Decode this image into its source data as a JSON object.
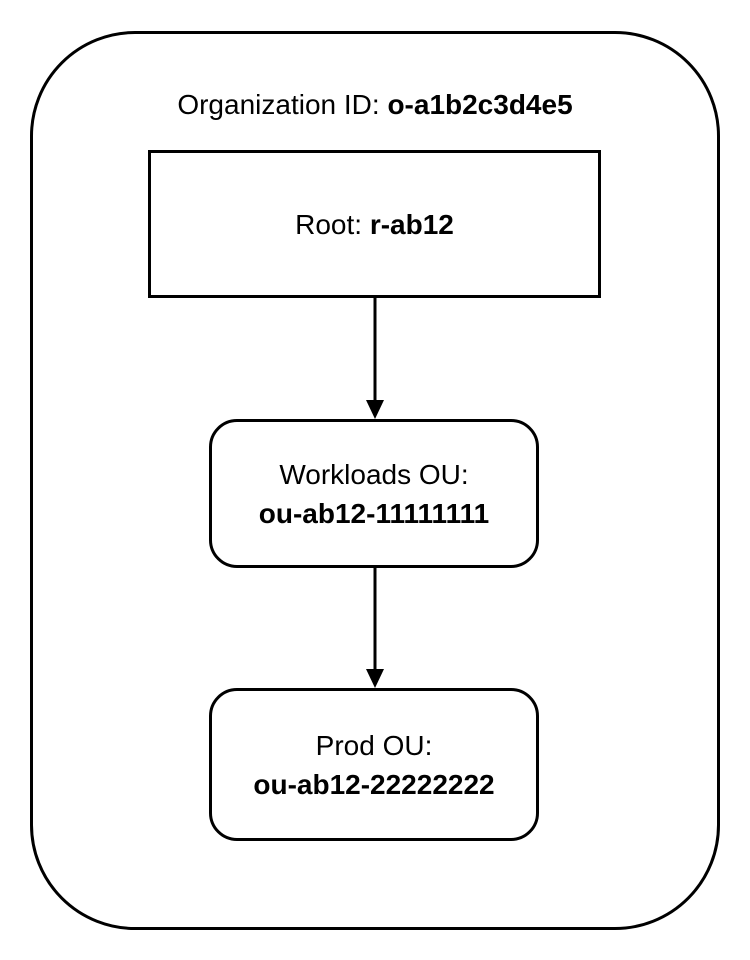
{
  "diagram": {
    "title": {
      "prefix": "Organization ID: ",
      "id": "o-a1b2c3d4e5"
    },
    "nodes": {
      "root": {
        "prefix": "Root: ",
        "id": "r-ab12"
      },
      "workloads_ou": {
        "label": "Workloads OU:",
        "id": "ou-ab12-11111111"
      },
      "prod_ou": {
        "label": "Prod OU:",
        "id": "ou-ab12-22222222"
      }
    },
    "colors": {
      "stroke": "#000000",
      "background": "#ffffff",
      "text": "#000000"
    }
  }
}
